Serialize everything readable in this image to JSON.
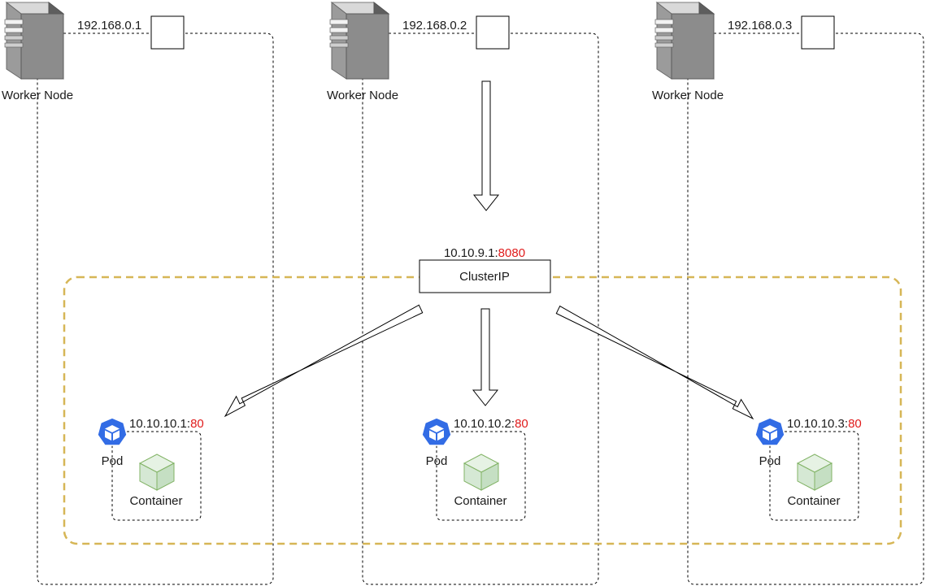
{
  "colors": {
    "service_group_border": "#d6b656",
    "container_fill": "#d5e8d4",
    "container_stroke": "#82b366",
    "pod_icon": "#326ce5",
    "port_text": "#e01b1b",
    "server_body": "#8c8c8c"
  },
  "worker_nodes": [
    {
      "label": "Worker Node",
      "ip": "192.168.0.1",
      "icon": "server-icon",
      "port_icon": "port-square-icon"
    },
    {
      "label": "Worker Node",
      "ip": "192.168.0.2",
      "icon": "server-icon",
      "port_icon": "port-square-icon"
    },
    {
      "label": "Worker Node",
      "ip": "192.168.0.3",
      "icon": "server-icon",
      "port_icon": "port-square-icon"
    }
  ],
  "cluster_ip": {
    "label": "ClusterIP",
    "ip": "10.10.9.1:",
    "port": "8080"
  },
  "pods": [
    {
      "ip": "10.10.10.1:",
      "port": "80",
      "label": "Pod",
      "container_label": "Container",
      "icon": "kubernetes-pod-icon",
      "container_icon": "container-cube-icon"
    },
    {
      "ip": "10.10.10.2:",
      "port": "80",
      "label": "Pod",
      "container_label": "Container",
      "icon": "kubernetes-pod-icon",
      "container_icon": "container-cube-icon"
    },
    {
      "ip": "10.10.10.3:",
      "port": "80",
      "label": "Pod",
      "container_label": "Container",
      "icon": "kubernetes-pod-icon",
      "container_icon": "container-cube-icon"
    }
  ]
}
